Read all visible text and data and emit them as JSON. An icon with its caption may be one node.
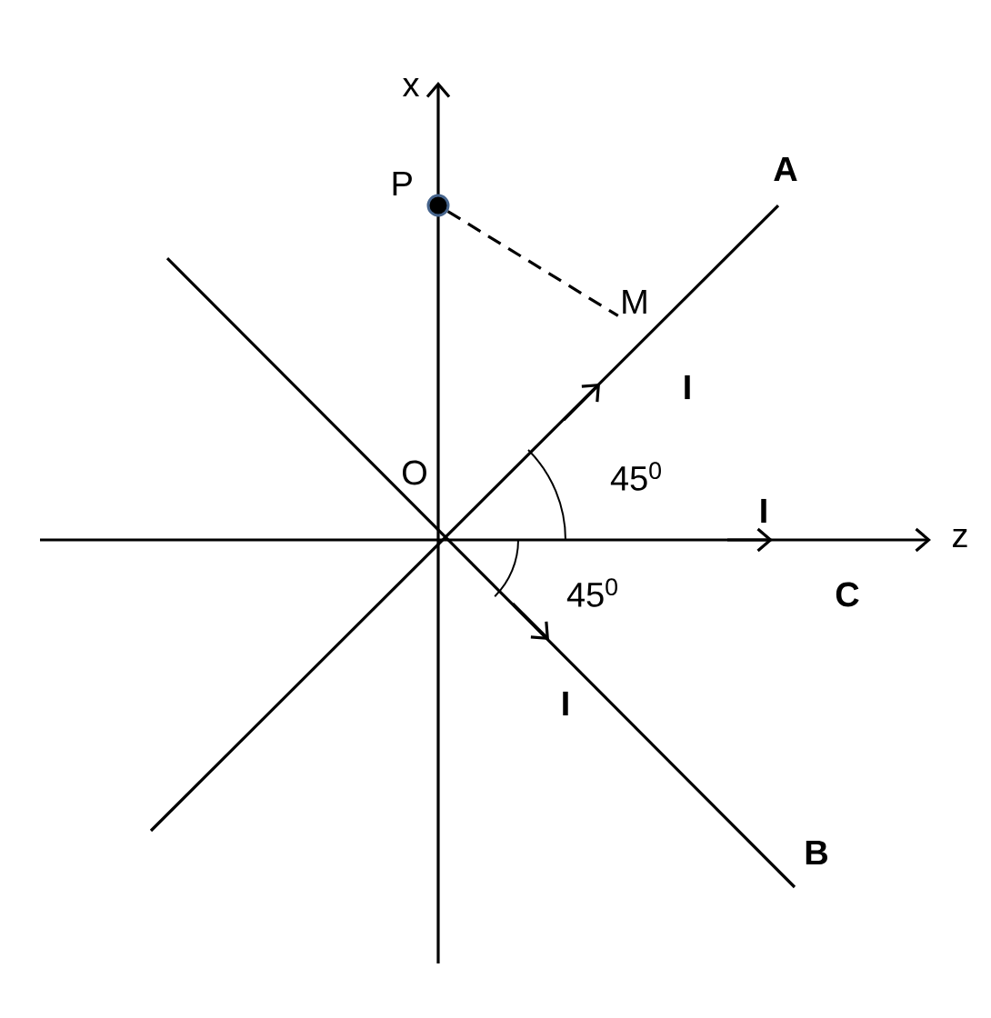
{
  "diagram": {
    "nodes": [
      {
        "text": [],
        "shape": "circle",
        "beside": [
          "P"
        ]
      },
      {
        "text": [
          "M"
        ]
      }
    ],
    "edges": [
      {
        "from": 0,
        "to": 1,
        "arrow": "none",
        "style": "dashed"
      }
    ],
    "labels": [
      "x",
      "A",
      "O",
      "I",
      "45$^{0}$",
      "I",
      "z",
      "C",
      "45$^{0}$",
      "I",
      "B"
    ]
  }
}
